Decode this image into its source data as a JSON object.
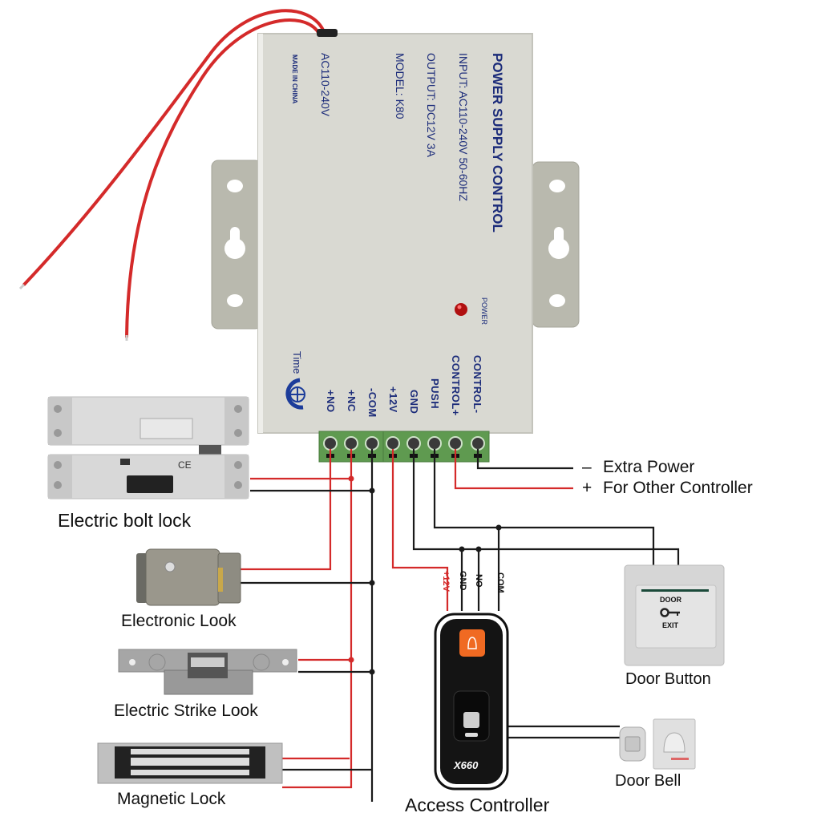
{
  "power_supply": {
    "title": "POWER SUPPLY CONTROL",
    "input": "INPUT: AC110-240V 50-60HZ",
    "output": "OUTPUT: DC12V  3A",
    "model": "MODEL: K80",
    "ac_rating": "AC110-240V",
    "origin": "MADE IN CHINA",
    "power_led_label": "POWER",
    "time_label": "Time",
    "terminals": [
      "+NO",
      "+NC",
      "-COM",
      "+12V",
      "GND",
      "PUSH",
      "CONTROL+",
      "CONTROL-"
    ]
  },
  "legend": {
    "extra_power_sign": "–",
    "extra_power": "Extra Power",
    "other_controller_sign": "+",
    "other_controller": "For Other Controller"
  },
  "devices": {
    "bolt_lock": "Electric bolt lock",
    "electronic_lock": "Electronic Look",
    "strike_lock": "Electric Strike Look",
    "magnetic_lock": "Magnetic Lock",
    "access_controller": "Access Controller",
    "access_model": "X660",
    "door_button": "Door Button",
    "door_button_top": "DOOR",
    "door_button_bottom": "EXIT",
    "door_bell": "Door Bell"
  },
  "controller_wires": [
    "+12V",
    "GND",
    "NO",
    "COM"
  ],
  "colors": {
    "red_wire": "#d42a2a",
    "black_wire": "#1a1a1a",
    "terminal_green": "#5f9a50",
    "case_grey": "#d9d9d2",
    "label_blue": "#1c2c7a",
    "keypad_orange": "#f06a22"
  }
}
